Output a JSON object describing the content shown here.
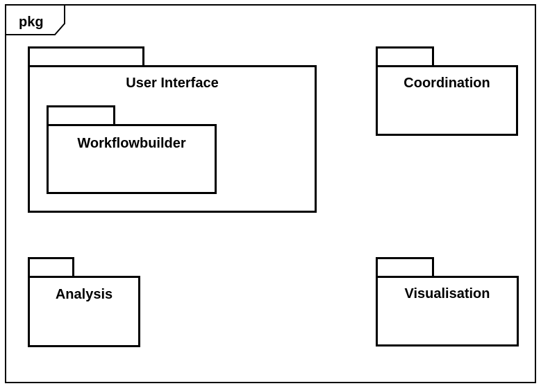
{
  "frame": {
    "label": "pkg"
  },
  "packages": [
    {
      "id": "user-interface",
      "name": "User Interface"
    },
    {
      "id": "workflowbuilder",
      "name": "Workflowbuilder"
    },
    {
      "id": "coordination",
      "name": "Coordination"
    },
    {
      "id": "analysis",
      "name": "Analysis"
    },
    {
      "id": "visualisation",
      "name": "Visualisation"
    }
  ]
}
